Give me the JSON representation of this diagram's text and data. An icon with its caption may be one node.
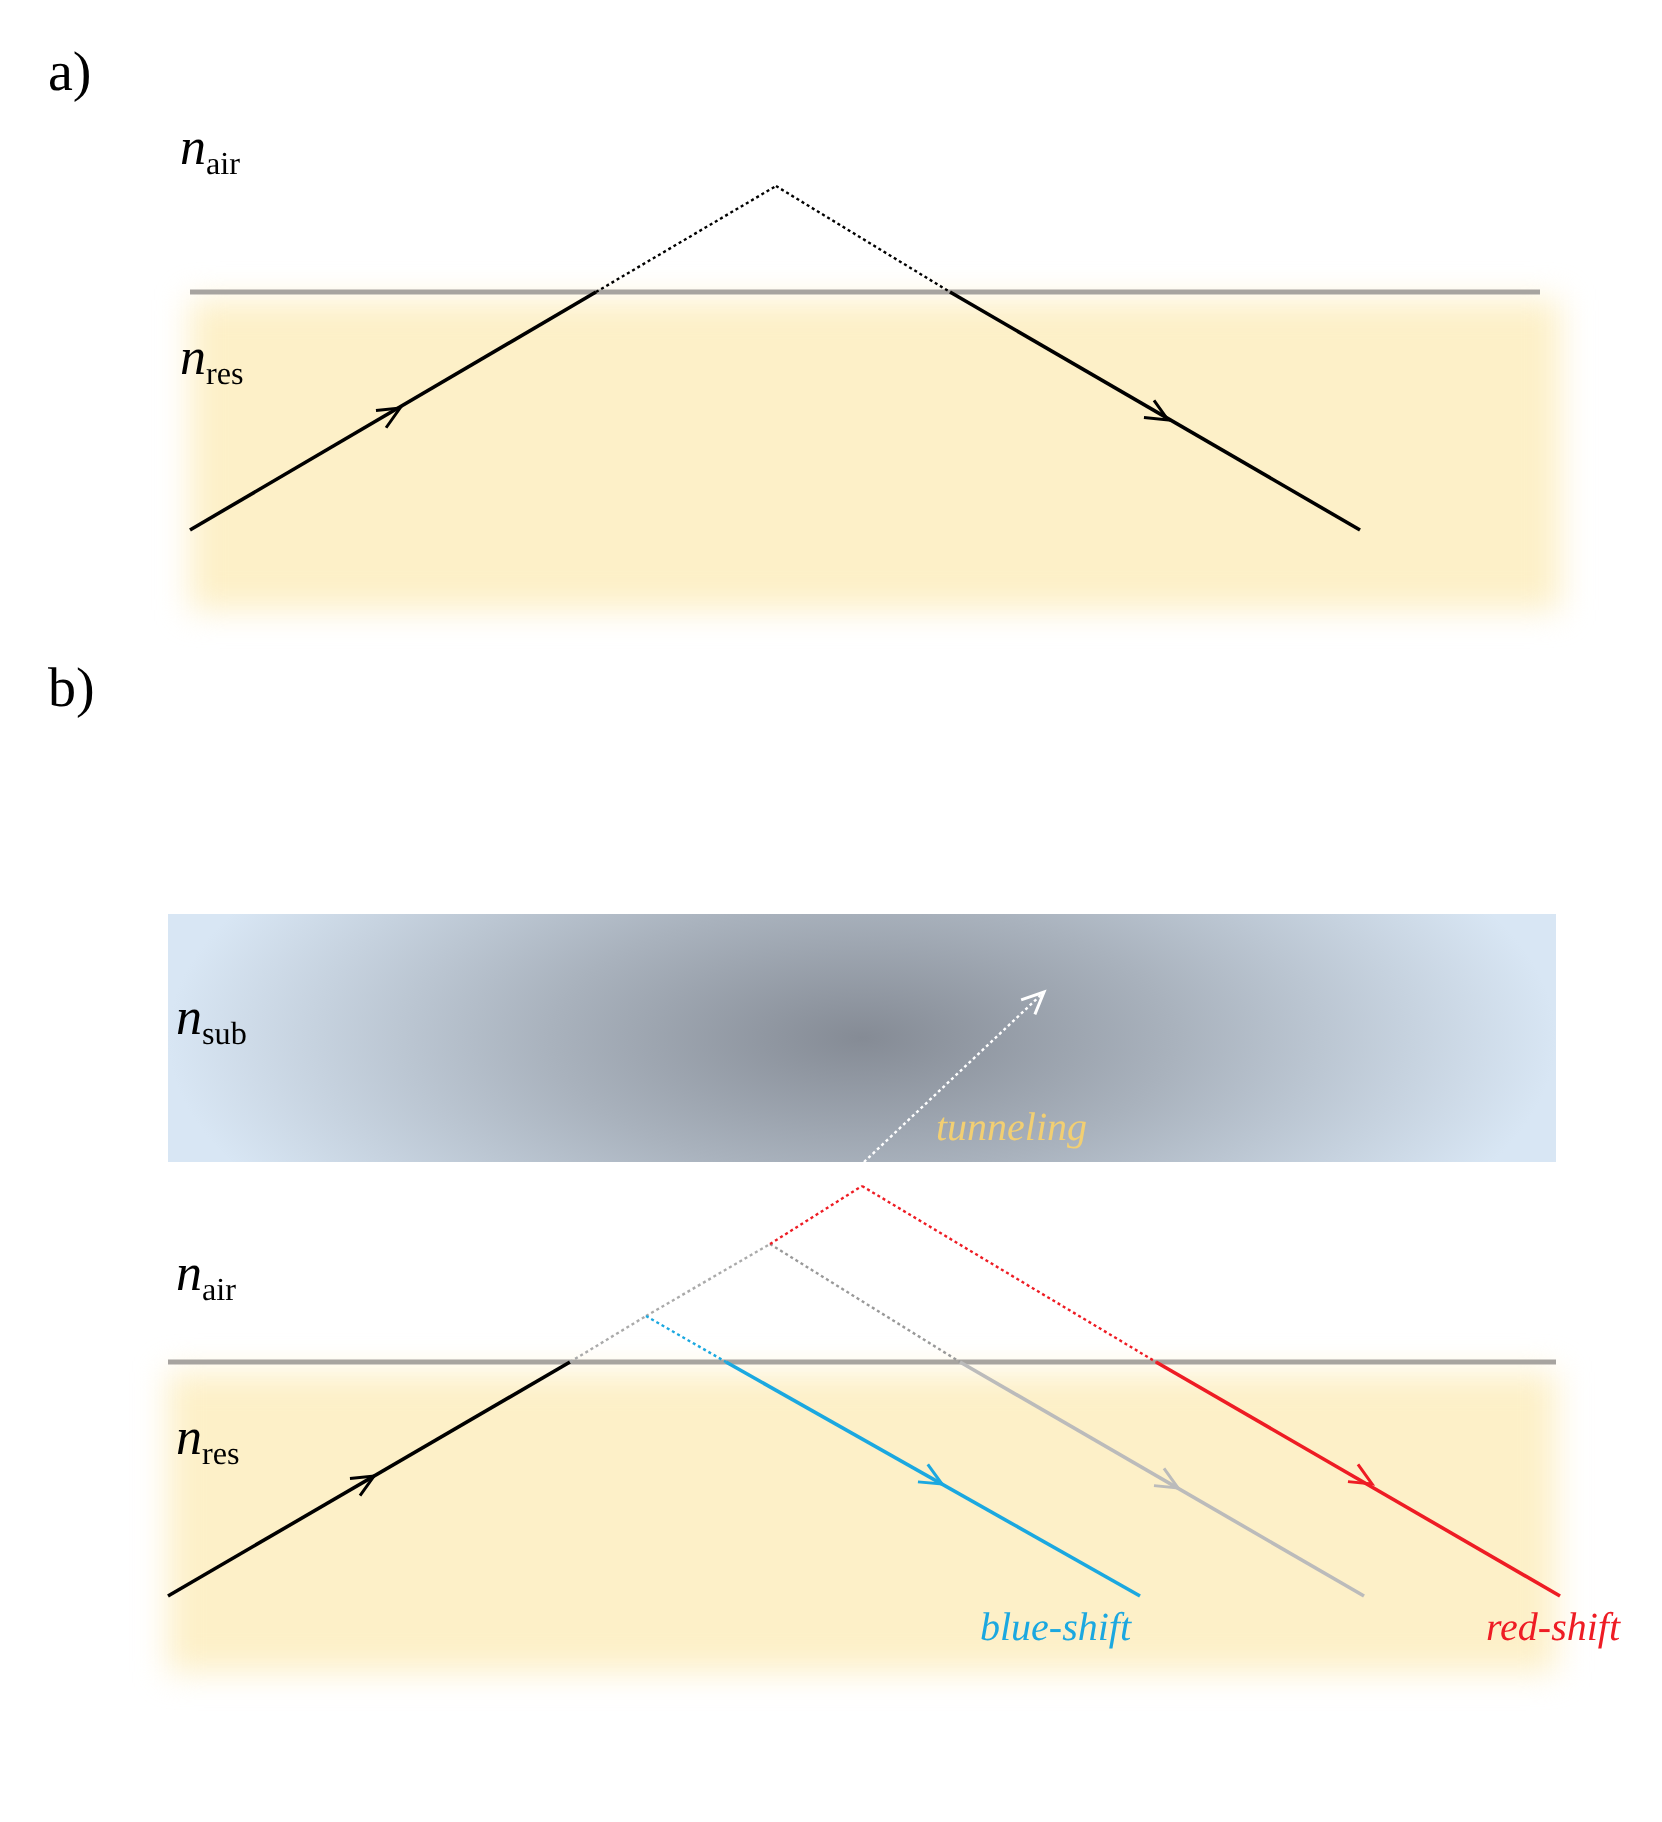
{
  "diagram": {
    "labels": [
      "a)",
      "*n*$_{air}$",
      "*n*$_{res}$",
      "b)",
      "*n*$_{sub}$",
      "tunneling",
      "*n*$_{air}$",
      "*n*$_{res}$",
      "blue-shift",
      "red-shift"
    ]
  }
}
